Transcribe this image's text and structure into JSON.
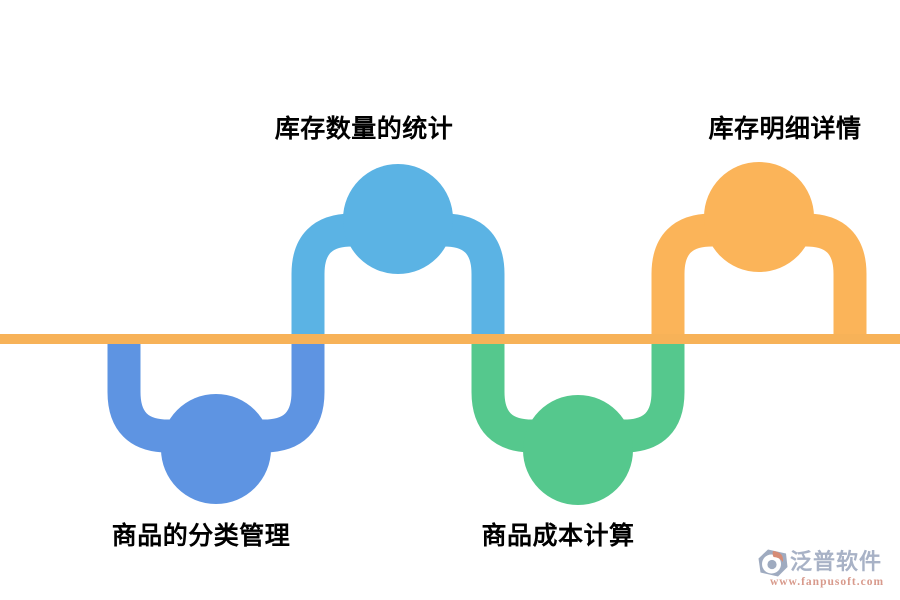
{
  "diagram": {
    "type": "snake-timeline",
    "background_color": "#FFFFFF",
    "timeline_color": "#F7B258",
    "label_color": "#000000",
    "nodes": [
      {
        "label": "商品的分类管理",
        "color": "#5E94E2",
        "side": "bottom"
      },
      {
        "label": "库存数量的统计",
        "color": "#5BB3E4",
        "side": "top"
      },
      {
        "label": "商品成本计算",
        "color": "#55C88D",
        "side": "bottom"
      },
      {
        "label": "库存明细详情",
        "color": "#FBB459",
        "side": "top"
      }
    ]
  },
  "logo": {
    "icon": "fanpu-hexagon-icon",
    "name": "泛普软件",
    "url": "www.fanpusoft.com",
    "icon_color": "#9FABC0",
    "accent_color": "#D68C76",
    "name_color": "#A8B2C6",
    "url_color": "#D89A8C"
  }
}
